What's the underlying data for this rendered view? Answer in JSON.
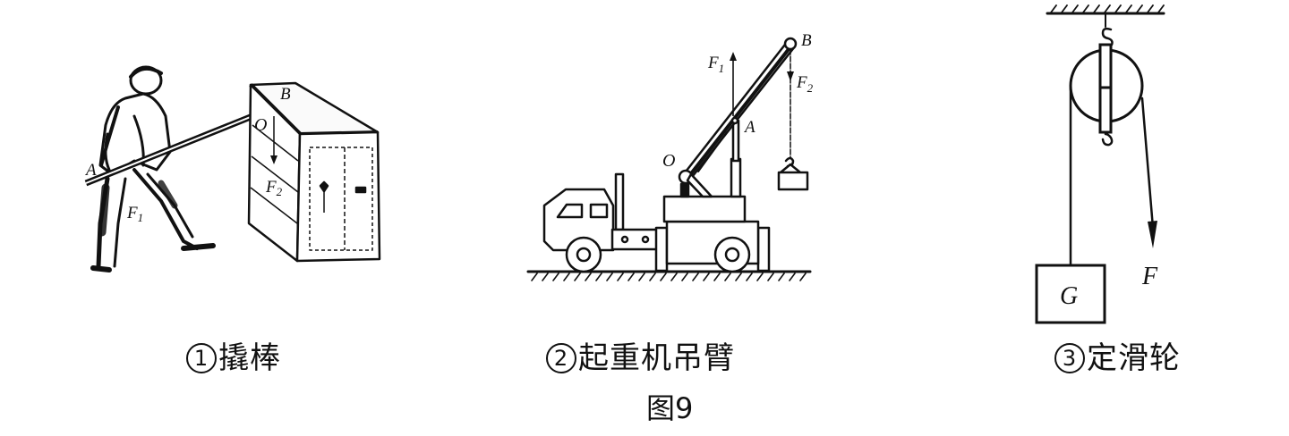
{
  "figure": {
    "title": "图9",
    "panels": [
      {
        "number": "1",
        "caption": "撬棒",
        "labels": {
          "end_a": "A",
          "end_b": "B",
          "fulcrum": "O",
          "force_1": "F",
          "force_1_sub": "1",
          "force_2": "F",
          "force_2_sub": "2"
        }
      },
      {
        "number": "2",
        "caption": "起重机吊臂",
        "labels": {
          "fulcrum": "O",
          "point_a": "A",
          "point_b": "B",
          "force_1": "F",
          "force_1_sub": "1",
          "force_2": "F",
          "force_2_sub": "2"
        }
      },
      {
        "number": "3",
        "caption": "定滑轮",
        "labels": {
          "load": "G",
          "force": "F"
        }
      }
    ]
  }
}
